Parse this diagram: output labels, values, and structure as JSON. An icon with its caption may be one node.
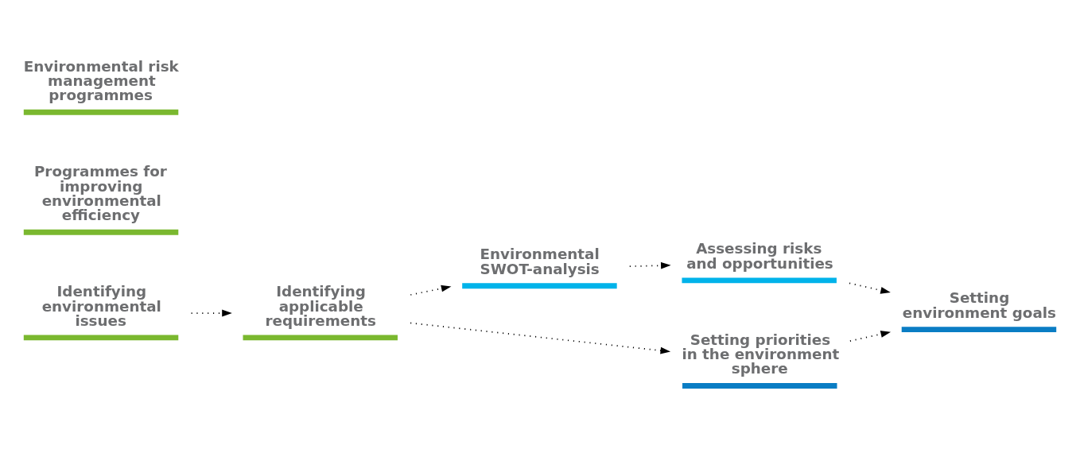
{
  "diagram": {
    "nodes": [
      {
        "text": [
          "Identifying environmental issues"
        ]
      },
      {
        "text": [
          "Identifying applicable requirements"
        ]
      },
      {
        "text": [
          "Environmental SWOT-analysis"
        ]
      },
      {
        "text": [
          "Assessing risks and opportunities"
        ]
      },
      {
        "text": [
          "Setting priorities in the environment sphere"
        ]
      },
      {
        "text": [
          "Setting environment goals"
        ]
      },
      {
        "text": [
          "Programmes for improving environmental efficiency"
        ]
      },
      {
        "text": [
          "Environmental risk management programmes"
        ]
      }
    ],
    "edges": [
      {
        "from": 0,
        "to": 1,
        "arrow": "to"
      },
      {
        "from": 1,
        "to": 2,
        "arrow": "to"
      },
      {
        "from": 1,
        "to": 4,
        "arrow": "to"
      },
      {
        "from": 2,
        "to": 3,
        "arrow": "to"
      },
      {
        "from": 3,
        "to": 5,
        "arrow": "to"
      },
      {
        "from": 4,
        "to": 5,
        "arrow": "to"
      }
    ]
  }
}
